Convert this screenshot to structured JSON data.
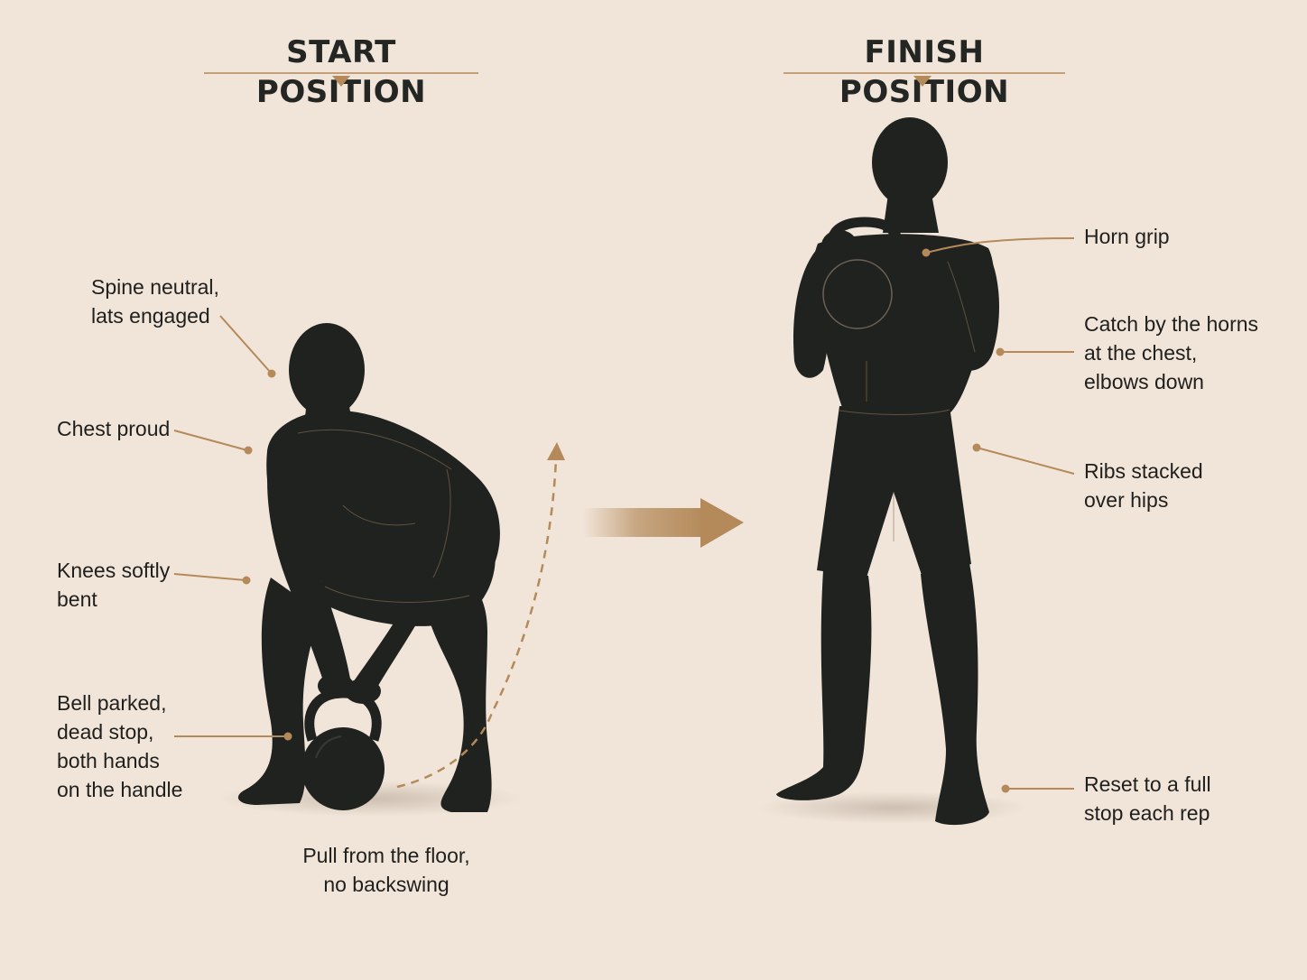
{
  "titles": {
    "start": "START POSITION",
    "finish": "FINISH POSITION"
  },
  "start_callouts": {
    "spine": [
      "Spine neutral,",
      "lats engaged"
    ],
    "chest": [
      "Chest proud"
    ],
    "knees": [
      "Knees softly",
      "bent"
    ],
    "bell": [
      "Bell parked,",
      "dead stop,",
      "both hands",
      "on the handle"
    ],
    "pull": [
      "Pull from the floor,",
      "no backswing"
    ]
  },
  "finish_callouts": {
    "grip": [
      "Horn grip"
    ],
    "catch": [
      "Catch by the horns",
      "at the chest,",
      "elbows down"
    ],
    "ribs": [
      "Ribs stacked",
      "over hips"
    ],
    "reset": [
      "Reset to a full",
      "stop each rep"
    ]
  },
  "colors": {
    "background": "#f1e5d9",
    "accent": "#b48a5a",
    "figure": "#1f221e",
    "text": "#1f1f1d"
  }
}
